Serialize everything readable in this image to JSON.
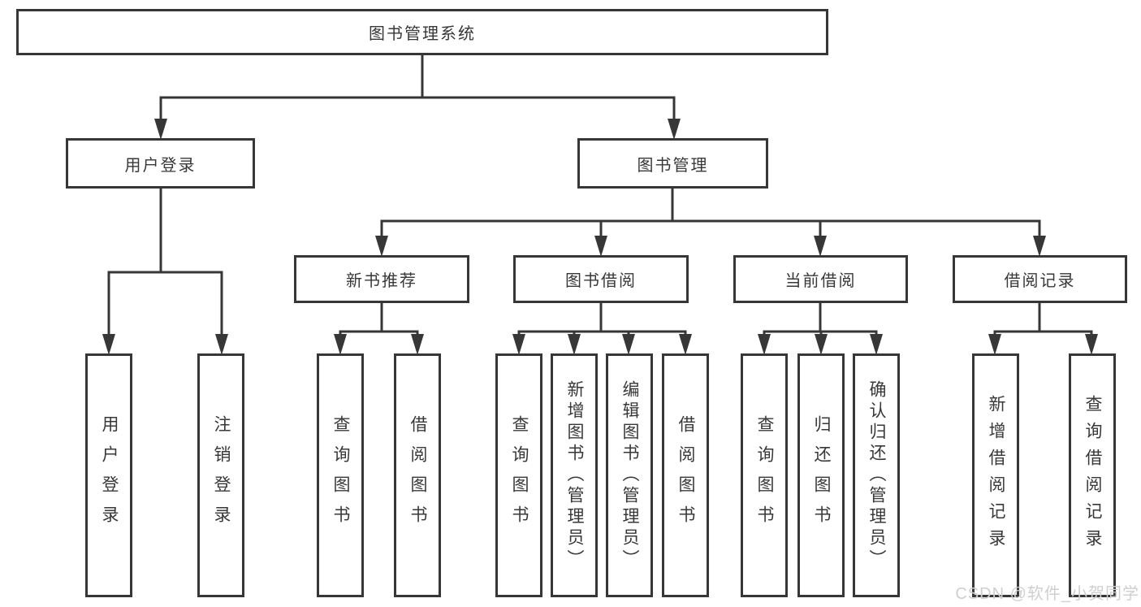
{
  "diagram": {
    "root": {
      "label": "图书管理系统"
    },
    "level2": [
      {
        "label": "用户登录"
      },
      {
        "label": "图书管理"
      }
    ],
    "level3": [
      {
        "label": "新书推荐",
        "parent": "图书管理"
      },
      {
        "label": "图书借阅",
        "parent": "图书管理"
      },
      {
        "label": "当前借阅",
        "parent": "图书管理"
      },
      {
        "label": "借阅记录",
        "parent": "图书管理"
      }
    ],
    "leaves": [
      {
        "label": "用户登录",
        "parent": "用户登录"
      },
      {
        "label": "注销登录",
        "parent": "用户登录"
      },
      {
        "label": "查询图书",
        "parent": "新书推荐"
      },
      {
        "label": "借阅图书",
        "parent": "新书推荐"
      },
      {
        "label": "查询图书",
        "parent": "图书借阅"
      },
      {
        "label": "新增图书（管理员）",
        "parent": "图书借阅"
      },
      {
        "label": "编辑图书（管理员）",
        "parent": "图书借阅"
      },
      {
        "label": "借阅图书",
        "parent": "图书借阅"
      },
      {
        "label": "查询图书",
        "parent": "当前借阅"
      },
      {
        "label": "归还图书",
        "parent": "当前借阅"
      },
      {
        "label": "确认归还（管理员）",
        "parent": "当前借阅"
      },
      {
        "label": "新增借阅记录",
        "parent": "借阅记录"
      },
      {
        "label": "查询借阅记录",
        "parent": "借阅记录"
      }
    ],
    "watermark": "CSDN @软件_小贺同学",
    "colors": {
      "line": "#373737",
      "text": "#383838",
      "watermark": "#cfcfcf",
      "background": "#ffffff"
    }
  }
}
